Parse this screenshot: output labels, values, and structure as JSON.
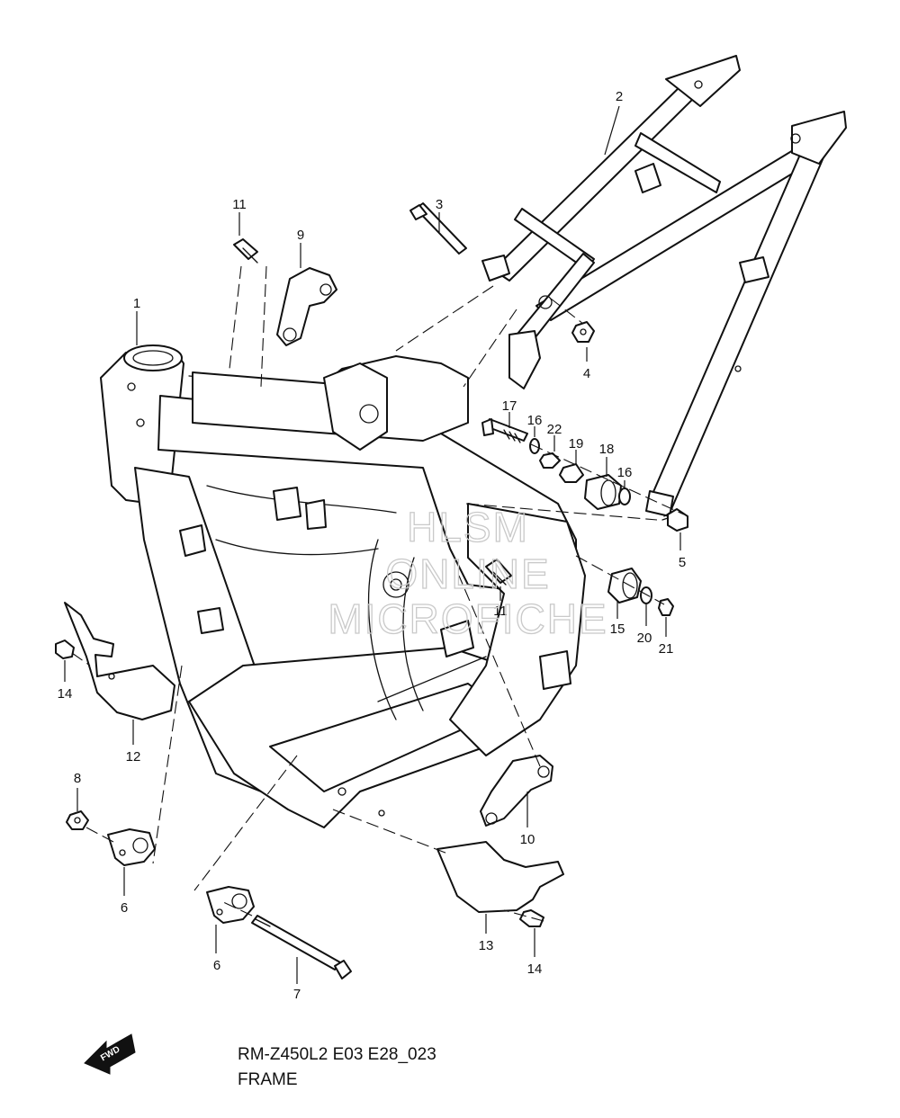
{
  "callouts": [
    {
      "id": "1",
      "label": "1"
    },
    {
      "id": "2",
      "label": "2"
    },
    {
      "id": "3",
      "label": "3"
    },
    {
      "id": "4",
      "label": "4"
    },
    {
      "id": "5",
      "label": "5"
    },
    {
      "id": "6a",
      "label": "6"
    },
    {
      "id": "6b",
      "label": "6"
    },
    {
      "id": "7",
      "label": "7"
    },
    {
      "id": "8",
      "label": "8"
    },
    {
      "id": "9",
      "label": "9"
    },
    {
      "id": "10",
      "label": "10"
    },
    {
      "id": "11a",
      "label": "11"
    },
    {
      "id": "11b",
      "label": "11"
    },
    {
      "id": "12",
      "label": "12"
    },
    {
      "id": "13",
      "label": "13"
    },
    {
      "id": "14a",
      "label": "14"
    },
    {
      "id": "14b",
      "label": "14"
    },
    {
      "id": "15",
      "label": "15"
    },
    {
      "id": "16a",
      "label": "16"
    },
    {
      "id": "16b",
      "label": "16"
    },
    {
      "id": "17",
      "label": "17"
    },
    {
      "id": "18",
      "label": "18"
    },
    {
      "id": "19",
      "label": "19"
    },
    {
      "id": "20",
      "label": "20"
    },
    {
      "id": "21",
      "label": "21"
    },
    {
      "id": "22",
      "label": "22"
    }
  ],
  "watermark": {
    "line1": "HLSM",
    "line2": "ONLINE",
    "line3": "MICROFICHE"
  },
  "footer": {
    "code": "RM-Z450L2 E03 E28_023",
    "title": "FRAME",
    "fwd": "FWD"
  }
}
